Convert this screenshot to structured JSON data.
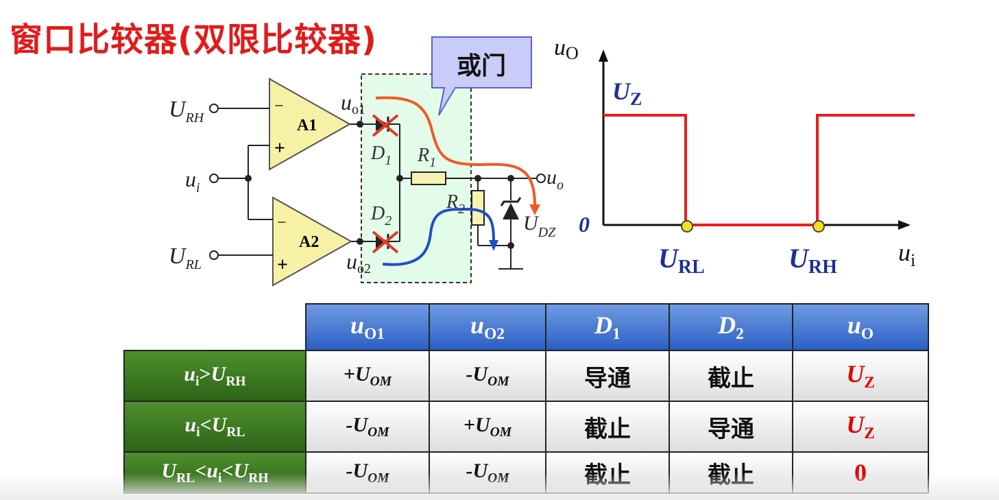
{
  "title": "窗口比较器(双限比较器)",
  "callout": "或门",
  "circuit": {
    "u_rh": "U",
    "u_rh_sub": "RH",
    "u_i": "u",
    "u_i_sub": "i",
    "u_rl": "U",
    "u_rl_sub": "RL",
    "a1": "A1",
    "a2": "A2",
    "minus": "−",
    "plus": "+",
    "uo1": "u",
    "uo1_sub": "o1",
    "uo2": "u",
    "uo2_sub": "o2",
    "d1": "D",
    "d1_sub": "1",
    "d2": "D",
    "d2_sub": "2",
    "r1": "R",
    "r1_sub": "1",
    "r2": "R",
    "r2_sub": "2",
    "uo": "u",
    "uo_sub": "o",
    "udz": "U",
    "udz_sub": "DZ"
  },
  "graph": {
    "y_axis": "u",
    "y_axis_sub": "O",
    "x_axis": "u",
    "x_axis_sub": "i",
    "uz": "U",
    "uz_sub": "Z",
    "zero": "0",
    "url": "U",
    "url_sub": "RL",
    "urh": "U",
    "urh_sub": "RH",
    "colors": {
      "trace": "#ee1c1c",
      "label": "#1e2f9a",
      "marker": "#f2e21a"
    }
  },
  "table": {
    "headers": [
      {
        "main": "u",
        "sub": "O1"
      },
      {
        "main": "u",
        "sub": "O2"
      },
      {
        "main": "D",
        "sub": "1"
      },
      {
        "main": "D",
        "sub": "2"
      },
      {
        "main": "u",
        "sub": "O"
      }
    ],
    "rows": [
      {
        "cond_a": "u",
        "cond_a_sub": "i",
        "cond_op": ">",
        "cond_b": "U",
        "cond_b_sub": "RH",
        "uo1": "+U",
        "uo1_sub": "OM",
        "uo2": "-U",
        "uo2_sub": "OM",
        "d1": "导通",
        "d2": "截止",
        "uo": "U",
        "uo_sub": "Z"
      },
      {
        "cond_a": "u",
        "cond_a_sub": "i",
        "cond_op": "<",
        "cond_b": "U",
        "cond_b_sub": "RL",
        "uo1": "-U",
        "uo1_sub": "OM",
        "uo2": "+U",
        "uo2_sub": "OM",
        "d1": "截止",
        "d2": "导通",
        "uo": "U",
        "uo_sub": "Z"
      },
      {
        "cond_pre": "U",
        "cond_pre_sub": "RL",
        "cond_a": "<u",
        "cond_a_sub": "i",
        "cond_op": "<",
        "cond_b": "U",
        "cond_b_sub": "RH",
        "uo1": "-U",
        "uo1_sub": "OM",
        "uo2": "-U",
        "uo2_sub": "OM",
        "d1": "截止",
        "d2": "截止",
        "uo": "0"
      }
    ]
  }
}
